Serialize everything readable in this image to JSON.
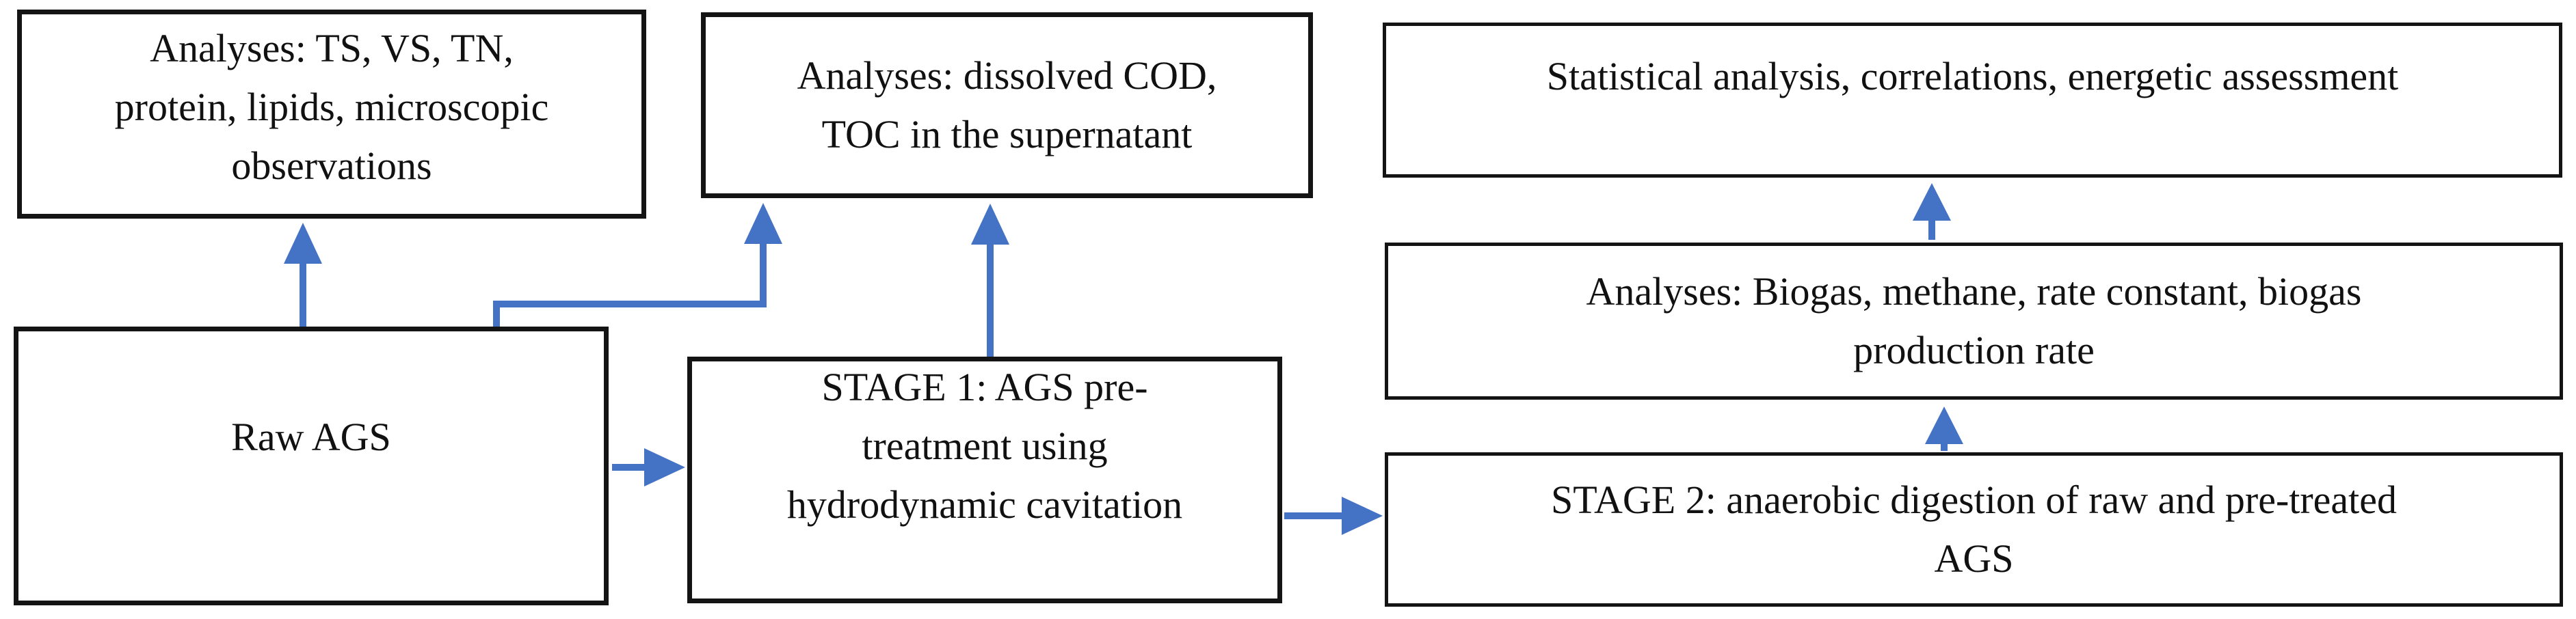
{
  "diagram": {
    "boxes": {
      "analyses_raw_ags": {
        "lines": [
          "Analyses: TS, VS, TN,",
          "protein, lipids, microscopic",
          "observations"
        ]
      },
      "raw_ags": {
        "lines": [
          "Raw AGS"
        ]
      },
      "analyses_supernatant": {
        "lines": [
          "Analyses: dissolved COD,",
          "TOC in the supernatant"
        ]
      },
      "stage1": {
        "lines": [
          "STAGE 1: AGS pre-",
          "treatment using",
          "hydrodynamic cavitation"
        ]
      },
      "statistical": {
        "lines": [
          "Statistical analysis, correlations, energetic assessment"
        ]
      },
      "analyses_biogas": {
        "lines": [
          "Analyses: Biogas, methane, rate constant, biogas",
          "production rate"
        ]
      },
      "stage2": {
        "lines": [
          "STAGE 2: anaerobic digestion of raw and pre-treated",
          "AGS"
        ]
      }
    },
    "arrows": [
      {
        "name": "raw-ags-to-analyses-raw",
        "from": "raw_ags",
        "to": "analyses_raw_ags"
      },
      {
        "name": "raw-ags-to-analyses-supernatant",
        "from": "raw_ags",
        "to": "analyses_supernatant"
      },
      {
        "name": "stage1-to-analyses-supernatant",
        "from": "stage1",
        "to": "analyses_supernatant"
      },
      {
        "name": "raw-ags-to-stage1",
        "from": "raw_ags",
        "to": "stage1"
      },
      {
        "name": "stage1-to-stage2",
        "from": "stage1",
        "to": "stage2"
      },
      {
        "name": "stage2-to-analyses-biogas",
        "from": "stage2",
        "to": "analyses_biogas"
      },
      {
        "name": "analyses-biogas-to-statistical",
        "from": "analyses_biogas",
        "to": "statistical"
      }
    ],
    "colors": {
      "arrow": "#4472C4",
      "box_border": "#141414",
      "background": "#ffffff",
      "text": "#111111"
    }
  }
}
